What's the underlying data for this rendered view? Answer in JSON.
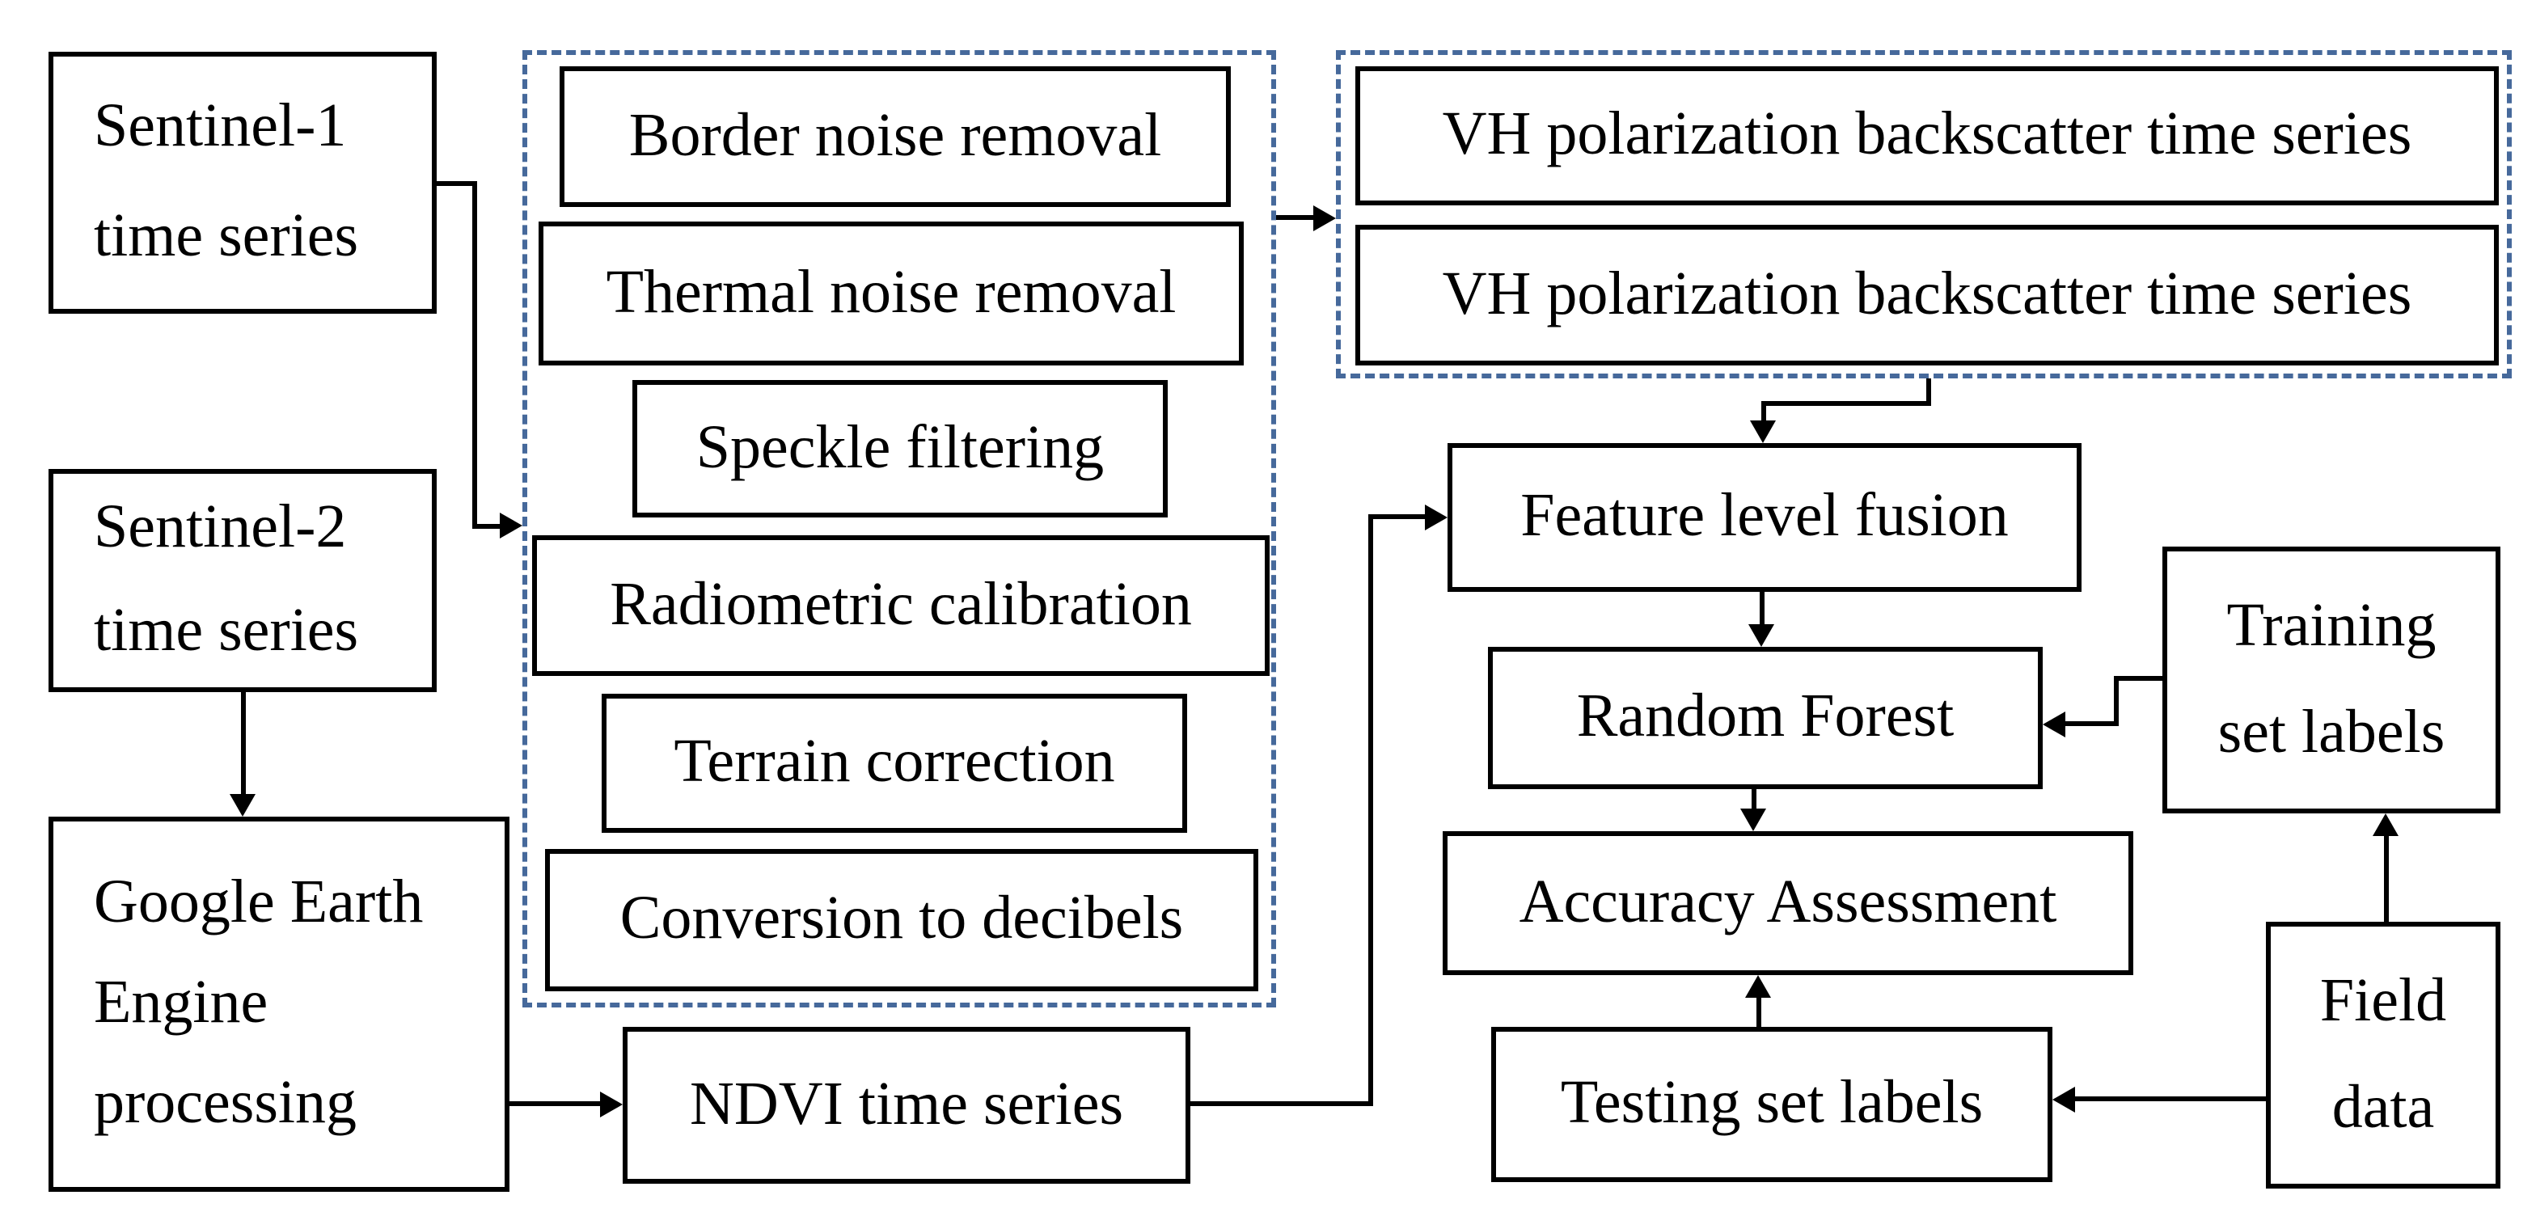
{
  "diagram": {
    "colors": {
      "box_border": "#000000",
      "dashed_border": "#46699b",
      "background": "#ffffff",
      "text": "#000000"
    },
    "nodes": {
      "sentinel1": {
        "lines": [
          "Sentinel-1",
          "time series"
        ]
      },
      "sentinel2": {
        "lines": [
          "Sentinel-2",
          "time series"
        ]
      },
      "gee": {
        "lines": [
          "Google Earth",
          "Engine",
          "processing"
        ]
      },
      "preprocessing": {
        "steps": [
          "Border noise removal",
          "Thermal noise removal",
          "Speckle filtering",
          "Radiometric calibration",
          "Terrain correction",
          "Conversion to decibels"
        ]
      },
      "sar_outputs": {
        "items": [
          "VH polarization backscatter time series",
          "VH polarization backscatter time series"
        ]
      },
      "ndvi": {
        "label": "NDVI time series"
      },
      "fusion": {
        "label": "Feature level fusion"
      },
      "random_forest": {
        "label": "Random Forest"
      },
      "accuracy": {
        "label": "Accuracy Assessment"
      },
      "testing": {
        "label": "Testing set labels"
      },
      "training": {
        "lines": [
          "Training",
          "set labels"
        ]
      },
      "field": {
        "lines": [
          "Field",
          "data"
        ]
      }
    }
  }
}
